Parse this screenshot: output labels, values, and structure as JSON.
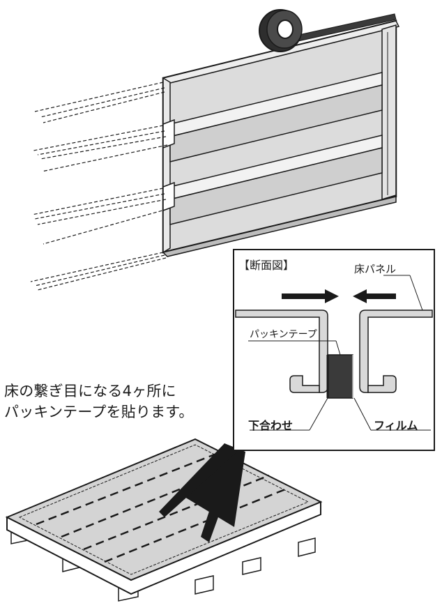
{
  "instruction": {
    "line1": "床の繋ぎ目になる4ヶ所に",
    "line2": "パッキンテープを貼ります。"
  },
  "section_diagram": {
    "title": "【断面図】",
    "floor_panel_label": "床パネル",
    "packing_tape_label": "パッキンテープ",
    "underlap_label": "下合わせ",
    "film_label": "フィルム"
  },
  "colors": {
    "panel_gray": "#d9d9d9",
    "line_dark": "#1a1a1a",
    "tape_dark": "#3a3a3a"
  }
}
